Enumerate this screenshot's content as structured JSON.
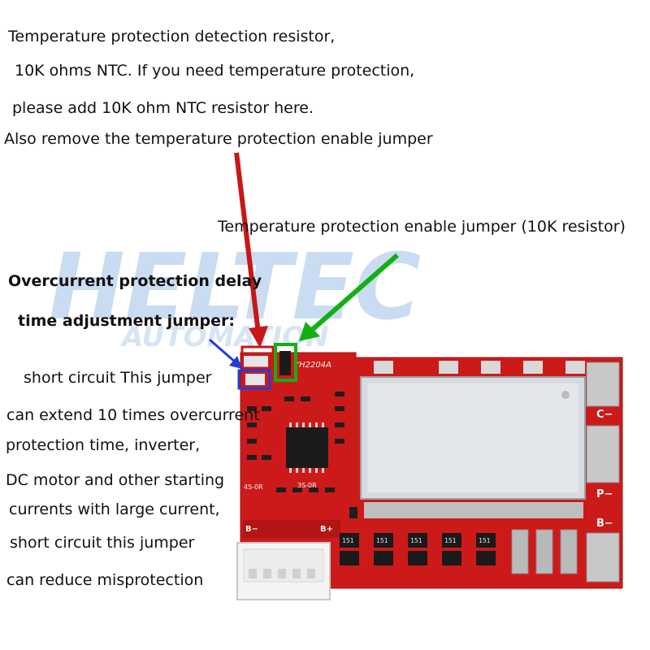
{
  "notes": {
    "ntc_line1": "Temperature protection detection resistor,",
    "ntc_line2": "10K ohms NTC. If you need temperature protection,",
    "ntc_line3": "please add 10K ohm NTC resistor here.",
    "ntc_line4": "Also remove the temperature protection enable jumper",
    "enable_jumper": "Temperature protection enable jumper (10K resistor)",
    "overcurrent_title1": "Overcurrent protection delay",
    "overcurrent_title2": "time adjustment jumper:",
    "oc_line1": "short circuit This jumper",
    "oc_line2": "can extend 10 times overcurrent",
    "oc_line3": "protection time, inverter,",
    "oc_line4": "DC motor and other starting",
    "oc_line5": "currents with large current,",
    "oc_line6": "short circuit this jumper",
    "oc_line7": "can reduce misprotection"
  },
  "watermark": {
    "line1": "HELTEC",
    "line2": "AUTOMATION"
  },
  "board": {
    "model": "YH2204A",
    "label_cminus": "C−",
    "label_pminus": "P−",
    "label_bminus": "B−",
    "label_bminus_left": "B−",
    "label_bplus": "B+",
    "label_4s": "4S-0R",
    "label_3s": "3S-0R",
    "mosfet_mark": "151"
  },
  "colors": {
    "pcb": "#cc1a1a",
    "arrow_red": "#c81717",
    "arrow_green": "#12b012",
    "arrow_blue": "#1e3fd6",
    "watermark": "#9fc1e6"
  }
}
